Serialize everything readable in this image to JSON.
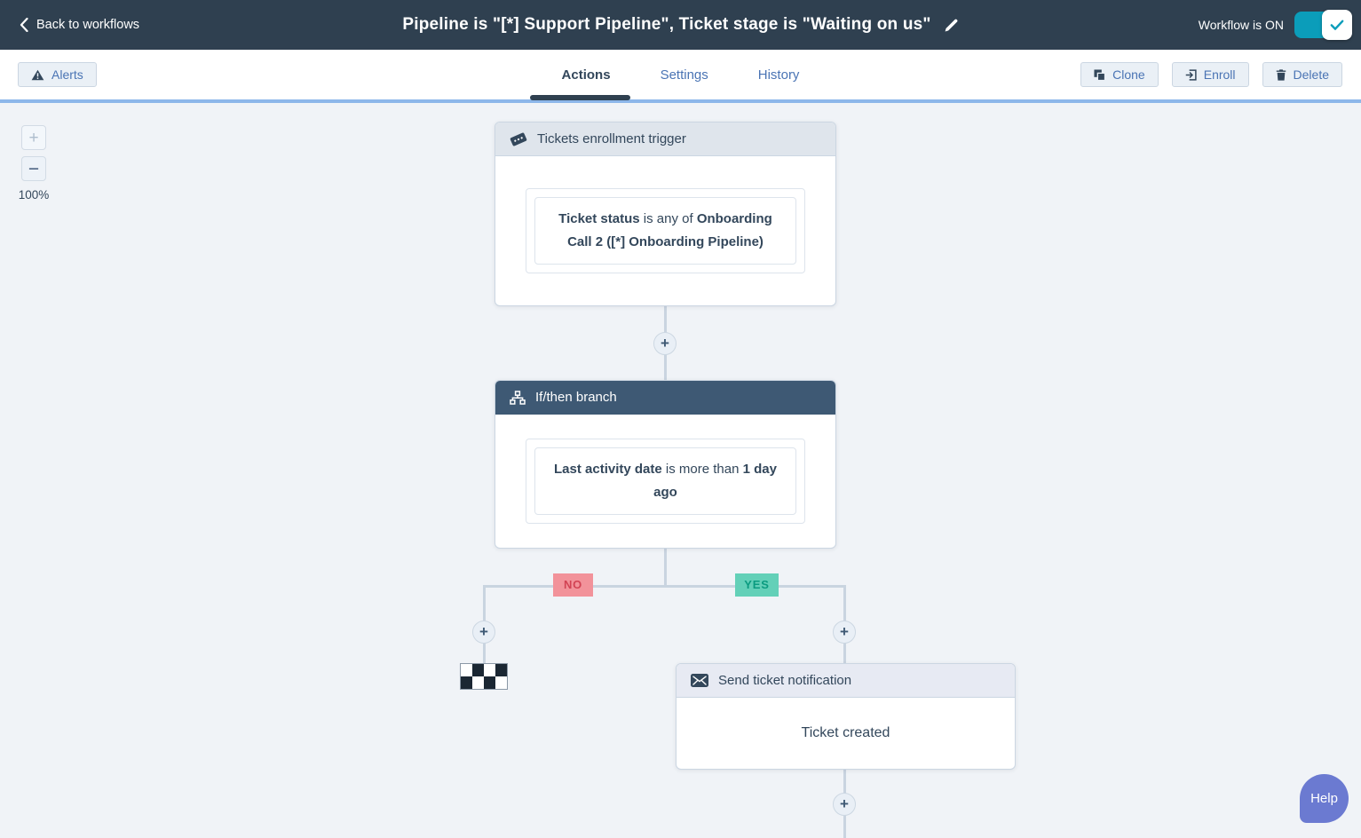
{
  "topbar": {
    "back_label": "Back to workflows",
    "title": "Pipeline is \"[*] Support Pipeline\", Ticket stage is \"Waiting on us\"",
    "status_label": "Workflow is ON"
  },
  "toolbar": {
    "alerts": "Alerts",
    "tabs": {
      "actions": "Actions",
      "settings": "Settings",
      "history": "History"
    },
    "clone": "Clone",
    "enroll": "Enroll",
    "delete": "Delete"
  },
  "canvas": {
    "zoom_in": "+",
    "zoom_out": "−",
    "zoom_level": "100%",
    "plus_glyph": "+",
    "trigger_node": {
      "title": "Tickets enrollment trigger",
      "condition_bold_1": "Ticket status",
      "condition_mid": " is any of ",
      "condition_bold_2": "Onboarding Call 2 ([*] Onboarding Pipeline)"
    },
    "branch_node": {
      "title": "If/then branch",
      "condition_bold_1": "Last activity date",
      "condition_mid": " is more than ",
      "condition_bold_2": "1 day ago",
      "no_label": "NO",
      "yes_label": "YES"
    },
    "action_node": {
      "title": "Send ticket notification",
      "body": "Ticket created"
    }
  },
  "help": {
    "label": "Help"
  },
  "colors": {
    "navbar_bg": "#2f4050",
    "toggle_on": "#0b9dba",
    "tab_active": "#33475b",
    "link_blue": "#4a74b4",
    "canvas_bg": "#f0f3f7",
    "connector": "#c9d4e0",
    "branch_header_bg": "#3e5974",
    "no_bg": "#f2929a",
    "no_text": "#d24354",
    "yes_bg": "#63d0b8",
    "yes_text": "#0b9b80",
    "help_bg": "#6b7ad1"
  }
}
